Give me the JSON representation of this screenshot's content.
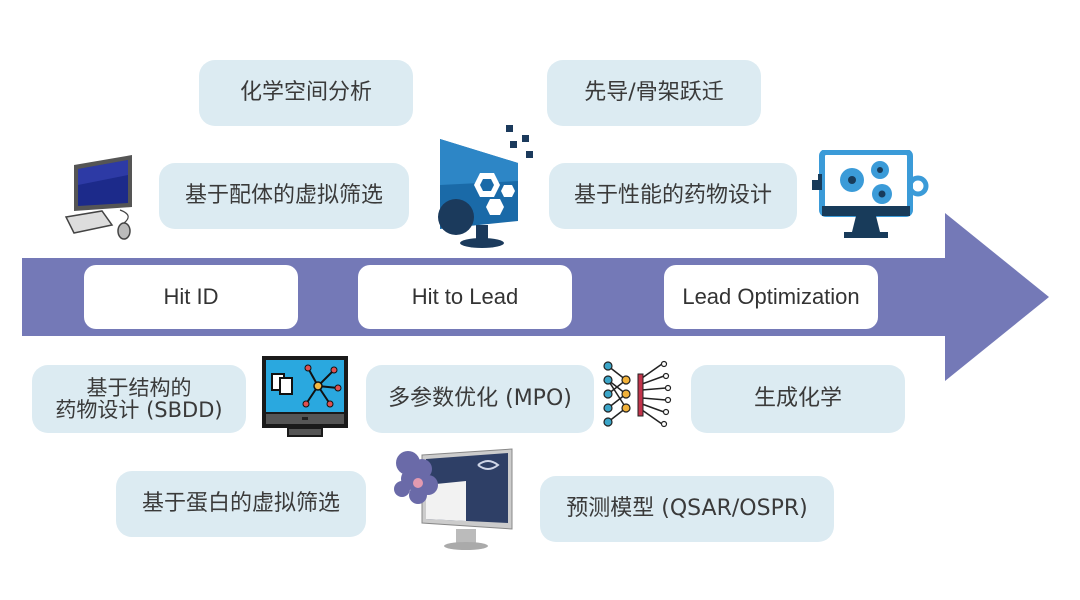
{
  "colors": {
    "pill_bg": "#dcebf2",
    "arrow": "#7479b7",
    "stage_bg": "#ffffff",
    "text": "#3a3a3a"
  },
  "stages": [
    {
      "label": "Hit ID"
    },
    {
      "label": "Hit to Lead"
    },
    {
      "label": "Lead Optimization"
    }
  ],
  "top_items": [
    {
      "label": "化学空间分析"
    },
    {
      "label": "先导/骨架跃迁"
    },
    {
      "label": "基于配体的虚拟筛选"
    },
    {
      "label": "基于性能的药物设计"
    }
  ],
  "bottom_items": [
    {
      "line1": "基于结构的",
      "line2": "药物设计 (SBDD)"
    },
    {
      "label": "多参数优化 (MPO)"
    },
    {
      "label": "生成化学"
    },
    {
      "label": "基于蛋白的虚拟筛选"
    },
    {
      "label": "预测模型 (QSAR/OSPR)"
    }
  ],
  "icons": [
    "desktop-computer-icon",
    "hexagon-monitor-icon",
    "gear-monitor-icon",
    "molecule-monitor-icon",
    "neural-network-icon",
    "protein-monitor-icon"
  ]
}
